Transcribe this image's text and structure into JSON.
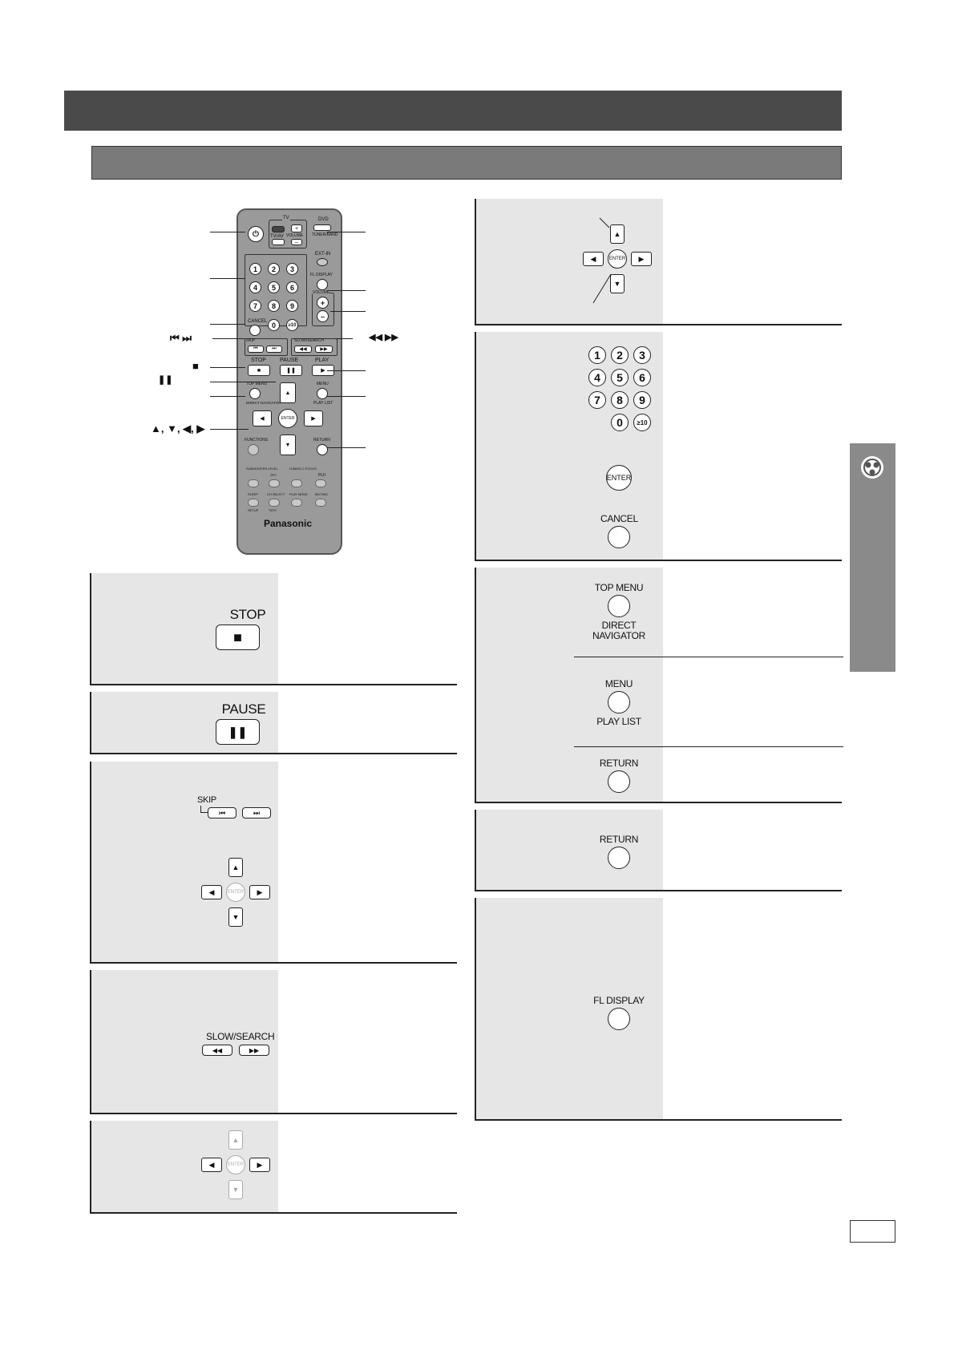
{
  "remote": {
    "tv_label": "TV",
    "tvav_label": "TV/AV",
    "volume_small_label": "VOLUME",
    "dvd_label": "DVD",
    "tuner_band_label": "TUNER/BAND",
    "ext_in_label": "EXT-IN",
    "fl_display_label": "FL DISPLAY",
    "volume_label": "VOLUME",
    "cancel_label": "CANCEL",
    "skip_label": "SKIP",
    "slow_search_label": "SLOW/SEARCH",
    "stop_label": "STOP",
    "pause_label": "PAUSE",
    "play_label": "PLAY",
    "top_menu_label": "TOP MENU",
    "direct_navigator_label": "DIRECT NAVIGATOR",
    "menu_label": "MENU",
    "play_list_label": "PLAY LIST",
    "enter_label": "ENTER",
    "functions_label": "FUNCTIONS",
    "return_label": "RETURN",
    "subwoofer_label": "SUBWOOFER LEVEL",
    "sfc_label": "SFC",
    "h_bass_label": "H.BASS C.FOCUS",
    "plii_label": "PLII",
    "sleep_label": "SLEEP",
    "ch_select_label": "CH SELECT",
    "play_mode_label": "PLAY MODE",
    "muting_label": "MUTING",
    "setup_label": "SETUP",
    "test_label": "TEST",
    "brand": "Panasonic",
    "digits": [
      "1",
      "2",
      "3",
      "4",
      "5",
      "6",
      "7",
      "8",
      "9",
      "0",
      "≥10"
    ],
    "annotations": {
      "skip": "⏮ ⏭",
      "search": "◀◀ ▶▶",
      "stop": "■",
      "pause": "❚❚",
      "arrows": "▲, ▼, ◀, ▶"
    }
  },
  "left_panels": {
    "stop": {
      "label": "STOP"
    },
    "pause": {
      "label": "PAUSE"
    },
    "skip": {
      "label": "SKIP",
      "enter": "ENTER"
    },
    "slow_search": {
      "label": "SLOW/SEARCH"
    },
    "arrows": {
      "enter": "ENTER"
    }
  },
  "right_panels": {
    "navigate": {
      "enter": "ENTER"
    },
    "numbers": {
      "digits": [
        "1",
        "2",
        "3",
        "4",
        "5",
        "6",
        "7",
        "8",
        "9",
        "0",
        "≥10"
      ],
      "enter": "ENTER",
      "cancel": "CANCEL"
    },
    "menus": {
      "top_menu": "TOP MENU",
      "direct_navigator_1": "DIRECT",
      "direct_navigator_2": "NAVIGATOR",
      "menu": "MENU",
      "play_list": "PLAY LIST",
      "return": "RETURN"
    },
    "return": {
      "label": "RETURN"
    },
    "fl_display": {
      "label": "FL DISPLAY"
    }
  },
  "colors": {
    "header_dark": "#4a4a4a",
    "header_mid": "#7a7a7a",
    "panel_shade": "#e6e6e6",
    "side_tab": "#8a8a8a"
  },
  "icons": [
    "disc-icon",
    "stop-icon",
    "pause-icon",
    "play-icon",
    "skip-prev-icon",
    "skip-next-icon",
    "rewind-icon",
    "fast-forward-icon",
    "arrow-up-icon",
    "arrow-down-icon",
    "arrow-left-icon",
    "arrow-right-icon",
    "power-icon"
  ]
}
